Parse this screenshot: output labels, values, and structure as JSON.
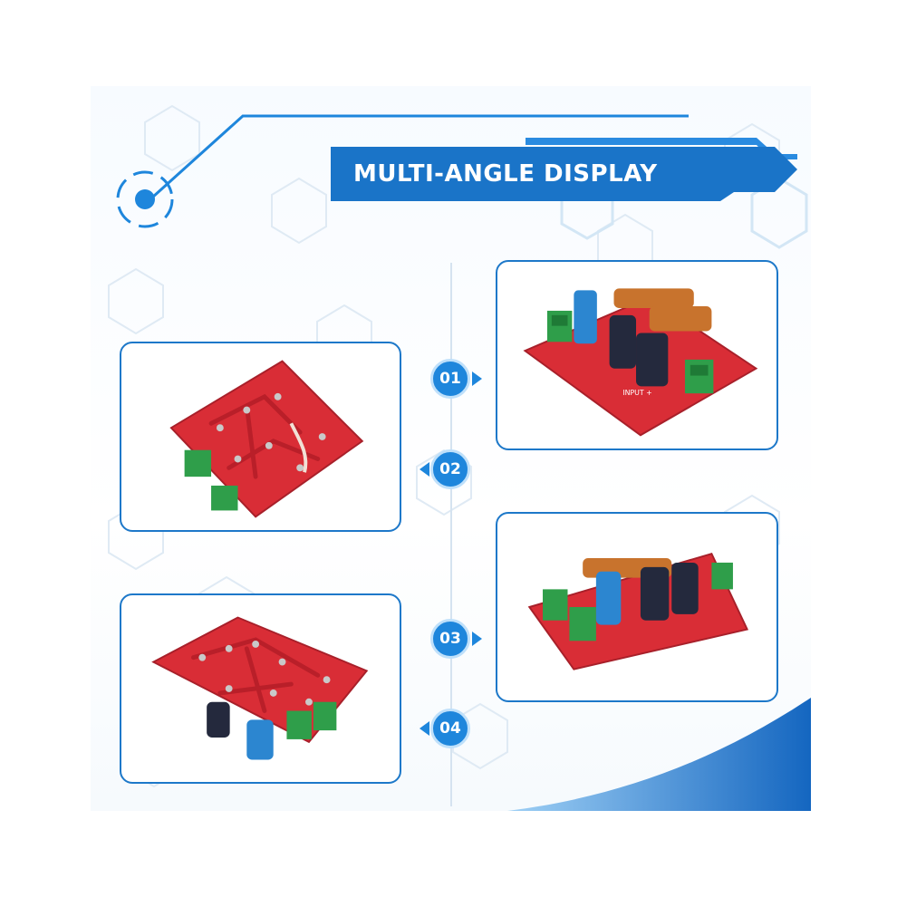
{
  "header": {
    "title": "MULTI-ANGLE DISPLAY"
  },
  "steps": [
    {
      "number": "01",
      "view": "top view of crossover board, capacitors and coils facing front"
    },
    {
      "number": "02",
      "view": "underside of board, tilted"
    },
    {
      "number": "03",
      "view": "top view of crossover board, rotated"
    },
    {
      "number": "04",
      "view": "underside of board, flat"
    }
  ],
  "colors": {
    "accent": "#1e86dc",
    "banner": "#1a74c8",
    "pcb": "#d92d36",
    "terminal": "#2f9e4a",
    "coil": "#c8732d"
  },
  "icons": [
    "target-icon",
    "pointer-right-icon",
    "pointer-left-icon"
  ]
}
